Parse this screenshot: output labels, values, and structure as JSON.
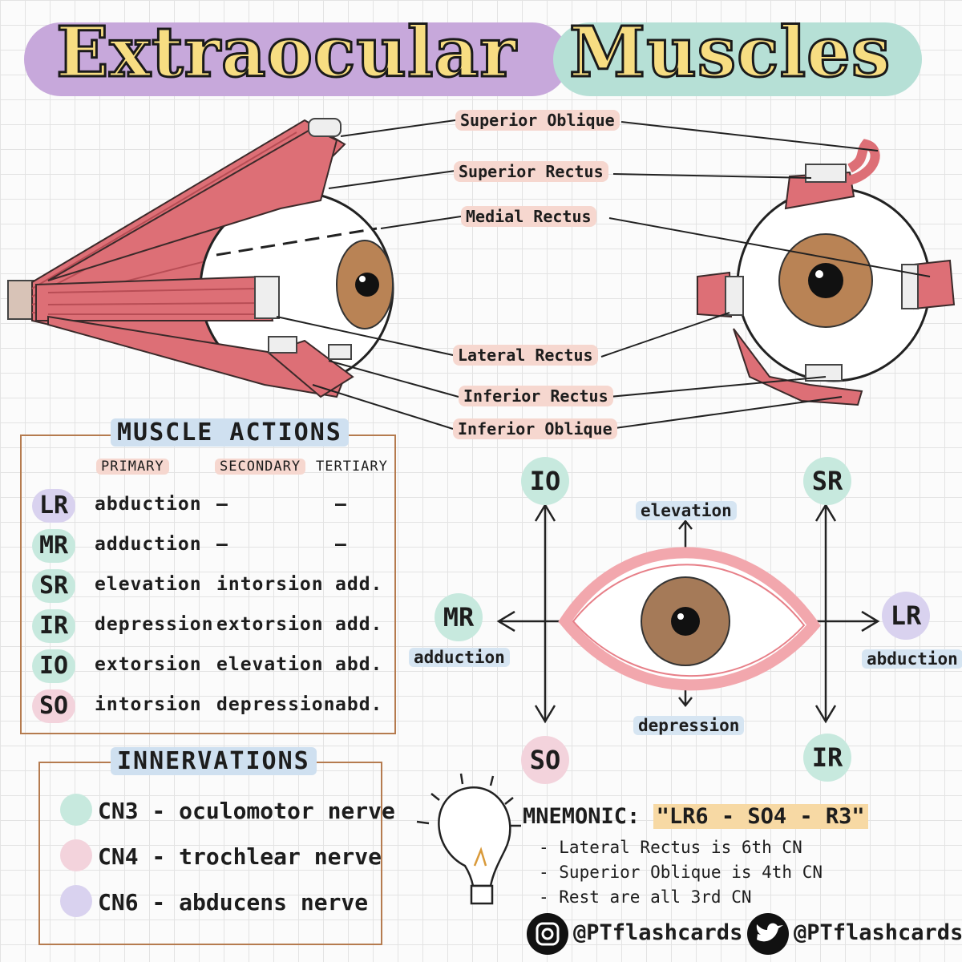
{
  "title": {
    "word1": "Extraocular",
    "word2": "Muscles"
  },
  "muscle_labels": {
    "superior_oblique": "Superior Oblique",
    "superior_rectus": "Superior Rectus",
    "medial_rectus": "Medial Rectus",
    "lateral_rectus": "Lateral Rectus",
    "inferior_rectus": "Inferior Rectus",
    "inferior_oblique": "Inferior Oblique"
  },
  "muscle_actions": {
    "heading": "MUSCLE ACTIONS",
    "columns": [
      "PRIMARY",
      "SECONDARY",
      "TERTIARY"
    ],
    "rows": [
      {
        "muscle": "LR",
        "primary": "abduction",
        "secondary": "—",
        "tertiary": "—",
        "color": "#d9d2ef"
      },
      {
        "muscle": "MR",
        "primary": "adduction",
        "secondary": "—",
        "tertiary": "—",
        "color": "#c7e9de"
      },
      {
        "muscle": "SR",
        "primary": "elevation",
        "secondary": "intorsion",
        "tertiary": "add.",
        "color": "#c7e9de"
      },
      {
        "muscle": "IR",
        "primary": "depression",
        "secondary": "extorsion",
        "tertiary": "add.",
        "color": "#c7e9de"
      },
      {
        "muscle": "IO",
        "primary": "extorsion",
        "secondary": "elevation",
        "tertiary": "abd.",
        "color": "#c7e9de"
      },
      {
        "muscle": "SO",
        "primary": "intorsion",
        "secondary": "depression",
        "tertiary": "abd.",
        "color": "#f3d3dc"
      }
    ]
  },
  "innervations": {
    "heading": "INNERVATIONS",
    "items": [
      {
        "text": "CN3 - oculomotor nerve",
        "color": "#c7e9de"
      },
      {
        "text": "CN4 - trochlear nerve",
        "color": "#f3d3dc"
      },
      {
        "text": "CN6 - abducens nerve",
        "color": "#d9d2ef"
      }
    ]
  },
  "gaze": {
    "IO": "IO",
    "SR": "SR",
    "MR": "MR",
    "LR": "LR",
    "SO": "SO",
    "IR": "IR",
    "elevation": "elevation",
    "depression": "depression",
    "adduction": "adduction",
    "abduction": "abduction"
  },
  "mnemonic": {
    "label": "MNEMONIC:",
    "formula": "\"LR6 - SO4 - R3\"",
    "lines": [
      "- Lateral Rectus is 6th CN",
      "- Superior Oblique is 4th CN",
      "- Rest are all 3rd CN"
    ]
  },
  "social": {
    "instagram": "@PTflashcards",
    "twitter": "@PTflashcards"
  },
  "colors": {
    "purple": "#c7a8db",
    "mint": "#b6e0d6",
    "muscle": "#dd6f76",
    "iris": "#9c6b3f",
    "box_border": "#b57b4f",
    "pink_badge": "#f3d3dc",
    "mint_badge": "#c7e9de",
    "lavender_badge": "#d9d2ef"
  }
}
